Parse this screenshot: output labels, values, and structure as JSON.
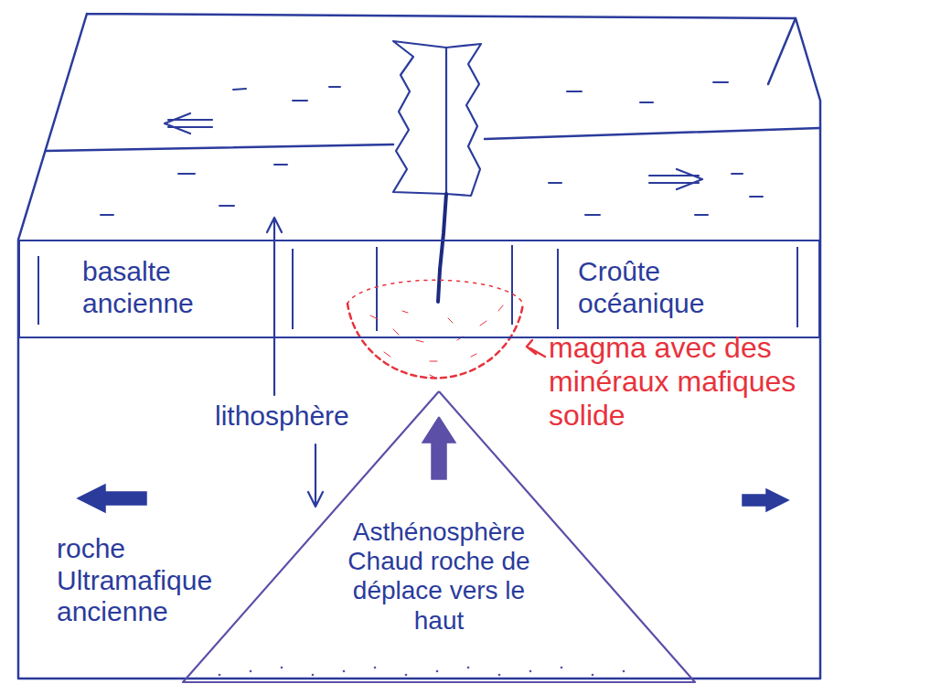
{
  "diagram": {
    "nodes": [
      {
        "text": [
          "basalte ancienne",
          "Croûte océanique"
        ]
      },
      {
        "text": [
          "Asthénosphère Chaud roche de déplace vers le haut"
        ]
      }
    ],
    "labels": [
      "magma avec des minéraux mafiques solide",
      "lithosphère",
      "roche Ultramafique ancienne"
    ]
  }
}
